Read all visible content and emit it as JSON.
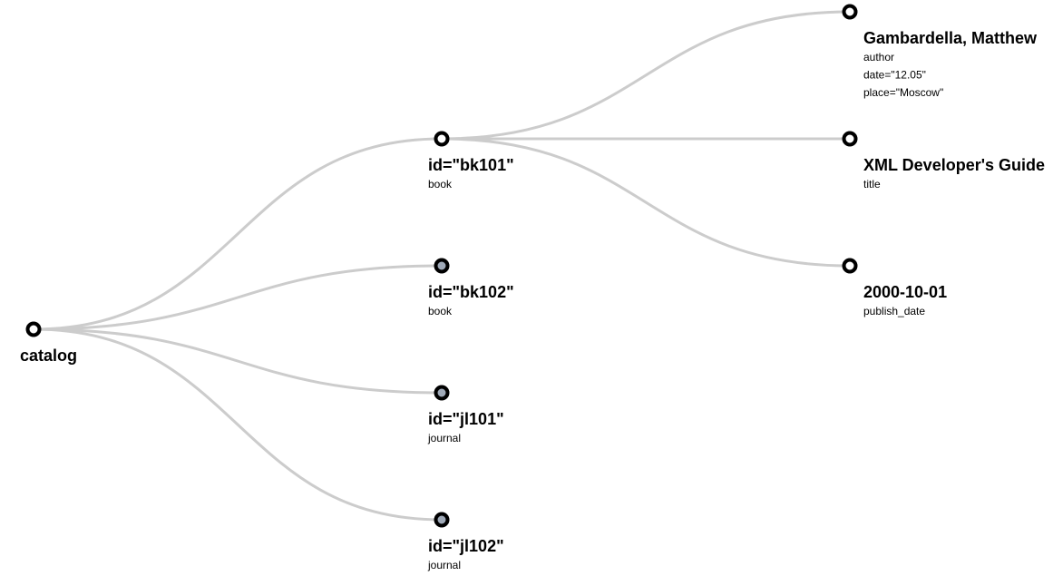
{
  "tree": {
    "root": {
      "name": "catalog",
      "lines": []
    },
    "children": [
      {
        "name": "id=\"bk101\"",
        "lines": [
          "book"
        ],
        "collapsed": false,
        "children": [
          {
            "name": "Gambardella, Matthew",
            "lines": [
              "author",
              "date=\"12.05\"",
              "place=\"Moscow\""
            ]
          },
          {
            "name": "XML Developer's Guide",
            "lines": [
              "title"
            ]
          },
          {
            "name": "2000-10-01",
            "lines": [
              "publish_date"
            ]
          }
        ]
      },
      {
        "name": "id=\"bk102\"",
        "lines": [
          "book"
        ],
        "collapsed": true,
        "children": []
      },
      {
        "name": "id=\"jl101\"",
        "lines": [
          "journal"
        ],
        "collapsed": true,
        "children": []
      },
      {
        "name": "id=\"jl102\"",
        "lines": [
          "journal"
        ],
        "collapsed": true,
        "children": []
      }
    ]
  },
  "colors": {
    "link": "#cccccc",
    "node_stroke": "#000000",
    "node_open_fill": "#ffffff",
    "node_collapsed_fill": "#a0aab8"
  }
}
